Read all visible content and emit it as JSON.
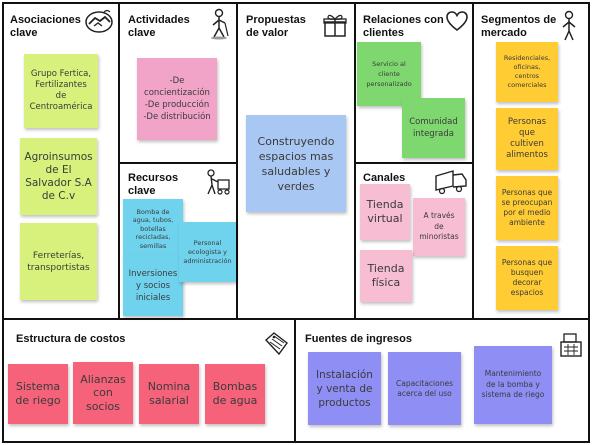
{
  "sections": {
    "asociaciones": "Asociaciones\nclave",
    "actividades": "Actividades\nclave",
    "recursos": "Recursos\nclave",
    "propuestas": "Propuestas\nde valor",
    "relaciones": "Relaciones con\nclientes",
    "canales": "Canales",
    "segmentos": "Segmentos de\nmercado",
    "estructura": "Estructura de costos",
    "fuentes": "Fuentes de ingresos"
  },
  "notes": {
    "grupo_fertica": "Grupo Fertica,\nFertilizantes\nde\nCentroamérica",
    "agroinsumos": "Agroinsumos\nde El\nSalvador S.A\nde C.v",
    "ferreterias": "Ferreterías,\ntransportistas",
    "actividades_lista": "-De\nconcientización\n-De producción\n-De distribución",
    "recursos_bomba": "Bomba de\nagua, tubos,\nbotellas\nrecicladas,\nsemillas",
    "recursos_inversiones": "Inversiones\ny socios\niniciales",
    "recursos_personal": "Personal\necologista y\nadministración",
    "propuesta_principal": "Construyendo\nespacios mas\nsaludables y\nverdes",
    "relaciones_servicio": "Servicio al\ncliente\npersonalizado",
    "relaciones_comunidad": "Comunidad\nintegrada",
    "canales_virtual": "Tienda\nvirtual",
    "canales_minoristas": "A través\nde\nminoristas",
    "canales_fisica": "Tienda\nfísica",
    "seg_residenciales": "Residenciales,\noficinas,\ncentros\ncomerciales",
    "seg_cultiven": "Personas\nque\ncultiven\nalimentos",
    "seg_medio": "Personas que\nse preocupan\npor el medio\nambiente",
    "seg_decorar": "Personas que\nbusquen\ndecorar\nespacios",
    "cost_sistema": "Sistema\nde riego",
    "cost_alianzas": "Alianzas\ncon\nsocios",
    "cost_nomina": "Nomina\nsalarial",
    "cost_bombas": "Bombas\nde agua",
    "rev_instalacion": "Instalación\ny venta de\nproductos",
    "rev_capacitaciones": "Capacitaciones\nacerca del uso",
    "rev_mantenimiento": "Mantenimiento\nde la bomba y\nsistema de riego"
  },
  "icons": {
    "asociaciones": "handshake-icon",
    "actividades": "worker-icon",
    "recursos": "worker-cart-icon",
    "propuestas": "gift-icon",
    "relaciones": "heart-icon",
    "canales": "truck-icon",
    "segmentos": "person-icon",
    "estructura": "price-tag-icon",
    "fuentes": "cash-register-icon"
  }
}
